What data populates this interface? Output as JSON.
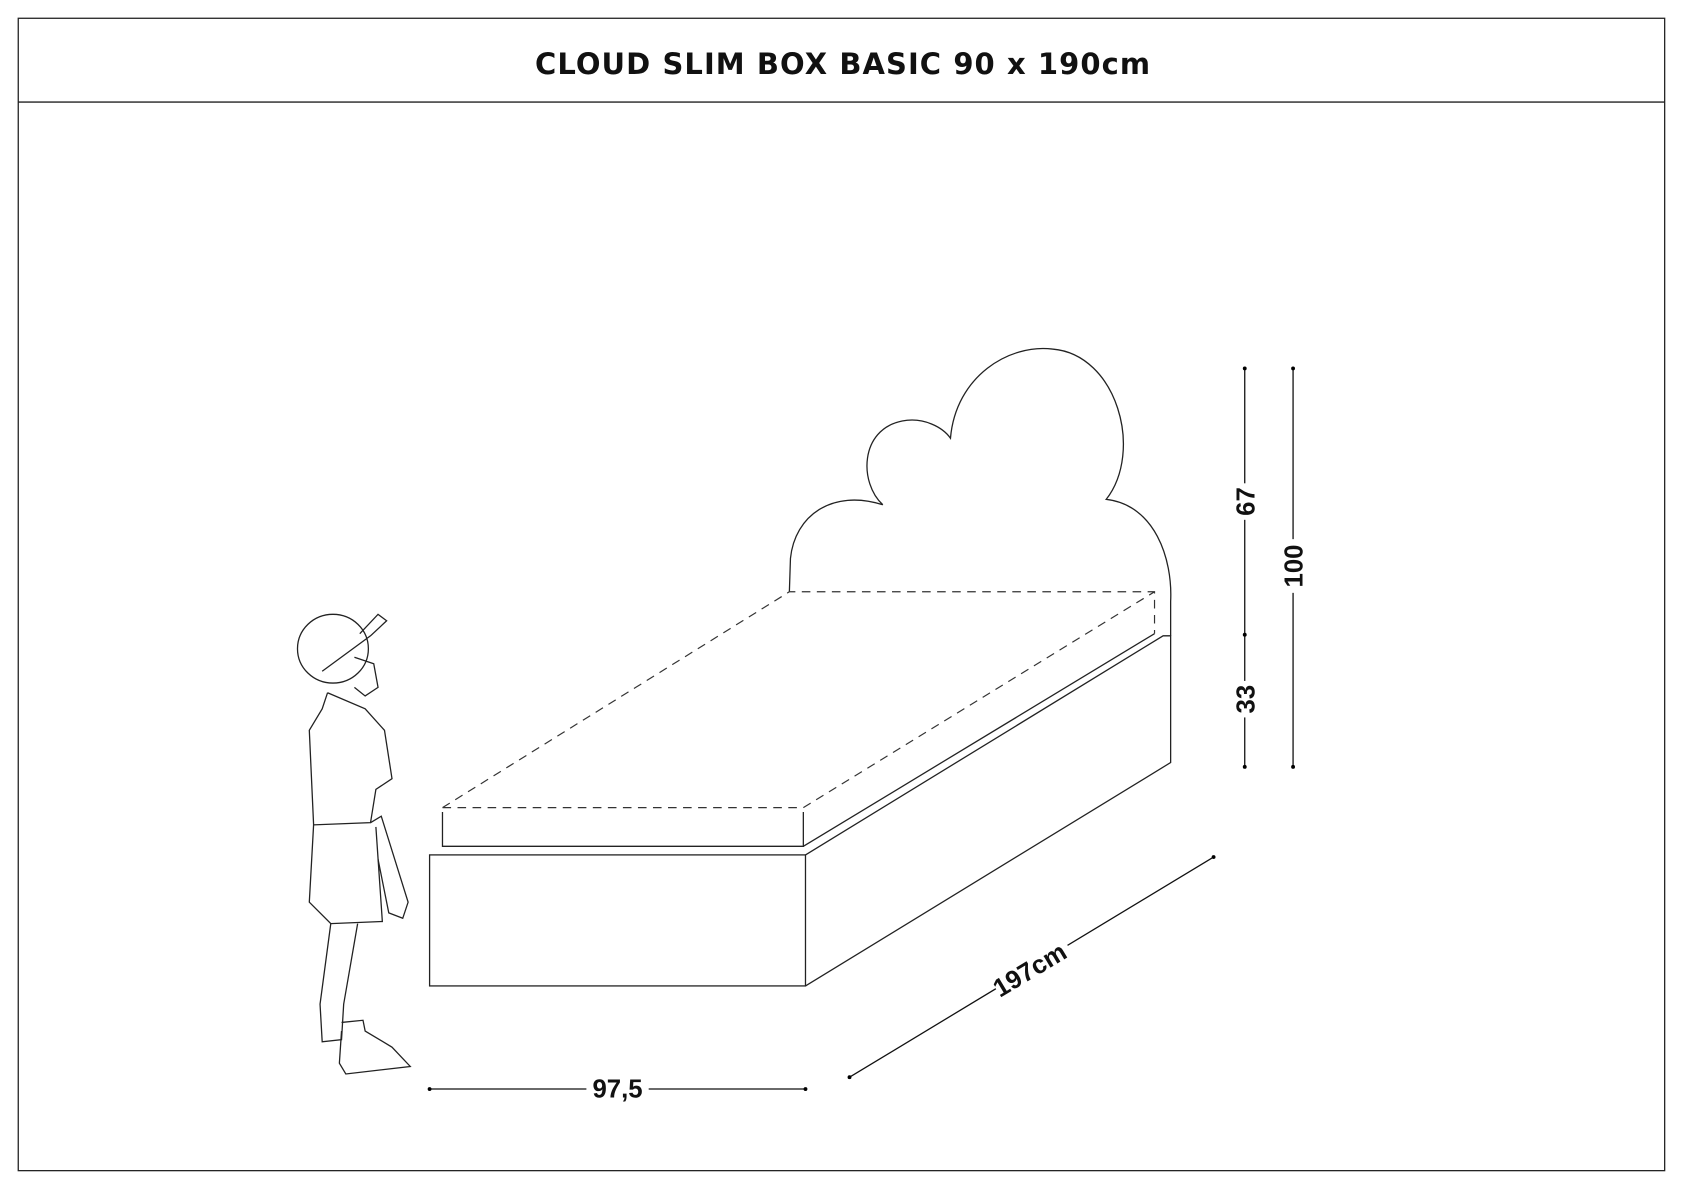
{
  "title": "CLOUD SLIM BOX BASIC 90 x 190cm",
  "dimensions": {
    "headboard_height": "67",
    "base_height": "33",
    "total_height": "100",
    "width": "97,5",
    "length": "197cm"
  }
}
